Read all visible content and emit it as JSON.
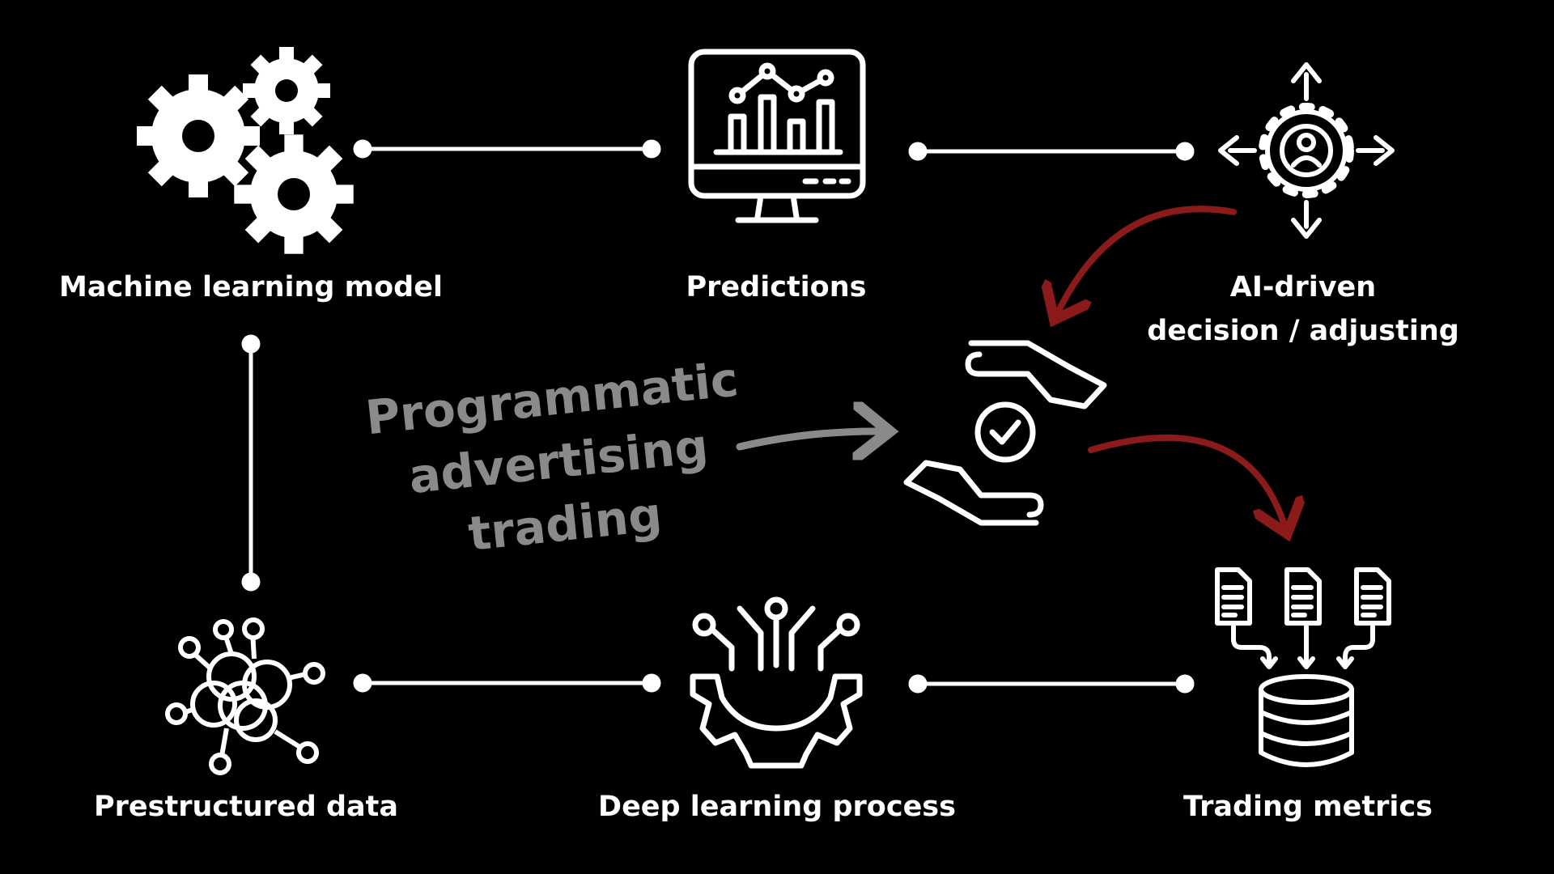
{
  "nodes": {
    "ml_model": "Machine learning model",
    "predictions": "Predictions",
    "ai_decision_line1": "AI-driven",
    "ai_decision_line2": "decision / adjusting",
    "prestructured": "Prestructured data",
    "deep_learning": "Deep learning process",
    "trading_metrics": "Trading metrics"
  },
  "center_text": [
    "Programmatic",
    "advertising",
    "trading"
  ],
  "colors": {
    "background": "#000000",
    "foreground": "#ffffff",
    "center_text": "#8a8a8a",
    "accent_arrow": "#8b1a1a"
  }
}
